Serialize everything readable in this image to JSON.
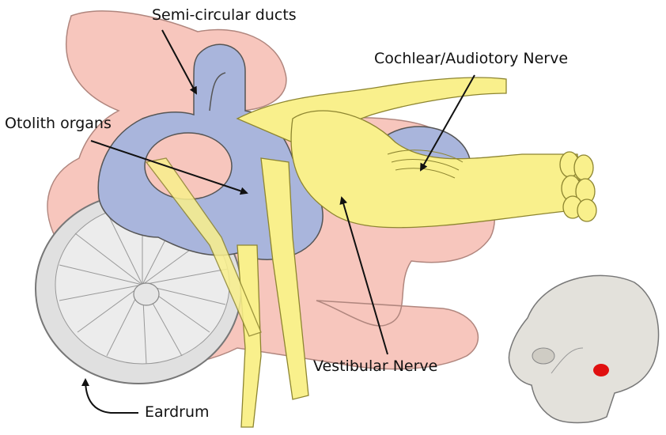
{
  "labels": {
    "semicircular_ducts": "Semi-circular ducts",
    "cochlear_nerve": "Cochlear/Audiotory Nerve",
    "otolith_organs": "Otolith organs",
    "vestibular_nerve": "Vestibular Nerve",
    "eardrum": "Eardrum"
  },
  "colors": {
    "bone_pink": "#f7c6bd",
    "labyrinth_blue": "#a9b5dc",
    "nerve_yellow": "#f9f08c",
    "eardrum_gray": "#e0e0e0",
    "skull_bone": "#e3e1db",
    "highlight_red": "#e01010"
  }
}
